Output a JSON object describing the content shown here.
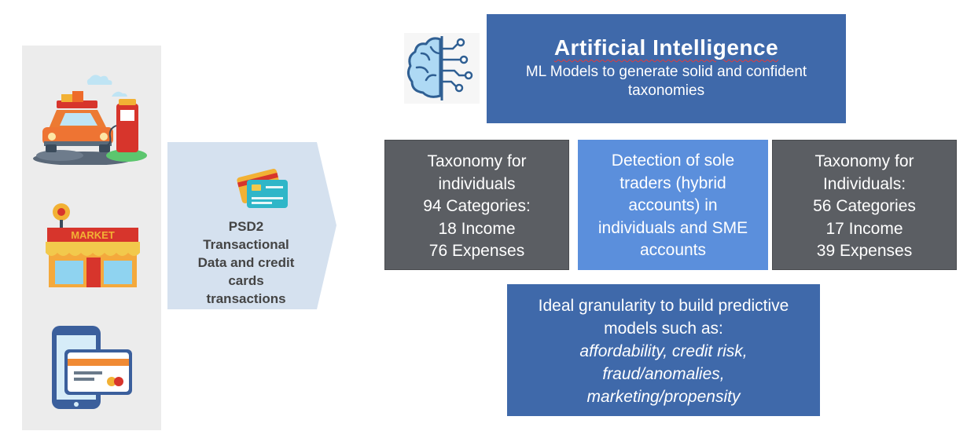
{
  "input_panel": {
    "icons": [
      "car-fuel-station-icon",
      "market-store-icon",
      "phone-credit-card-icon"
    ]
  },
  "psd2": {
    "icon": "credit-cards-icon",
    "label_lines": [
      "PSD2",
      "Transactional",
      "Data and credit",
      "cards",
      "transactions"
    ]
  },
  "ai": {
    "icon": "ai-brain-circuit-icon",
    "title": "Artificial Intelligence",
    "subtitle_lines": [
      "ML Models to generate solid and confident",
      "taxonomies"
    ]
  },
  "boxes": {
    "individuals": {
      "lines": [
        "Taxonomy for",
        "individuals",
        "94 Categories:",
        "18 Income",
        "76 Expenses"
      ]
    },
    "sole_traders": {
      "lines": [
        "Detection of sole",
        "traders (hybrid",
        "accounts) in",
        "individuals and SME",
        "accounts"
      ]
    },
    "individuals2": {
      "lines": [
        "Taxonomy for",
        "Individuals:",
        "56 Categories",
        "17 Income",
        "39 Expenses"
      ]
    },
    "granularity": {
      "lines": [
        "Ideal granularity to build predictive",
        "models such as:"
      ],
      "italic_lines": [
        "affordability, credit risk,",
        "fraud/anomalies,",
        "marketing/propensity"
      ]
    }
  },
  "colors": {
    "dark_blue": "#3f69aa",
    "light_blue": "#5b8fdc",
    "grey": "#5b5e63",
    "panel_grey": "#ececec",
    "arrow_fill": "#d5e1ef"
  }
}
